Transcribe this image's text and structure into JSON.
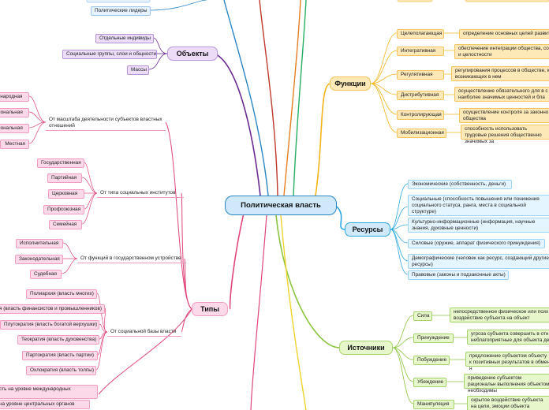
{
  "center": "Политическая власть",
  "top_partial": {
    "leaders": "Политические лидеры"
  },
  "objects": {
    "title": "Объекты",
    "items": [
      "Отдельные индивиды",
      "Социальные группы, слои и общности",
      "Массы"
    ]
  },
  "types": {
    "title": "Типы",
    "scale": {
      "label": "От масштаба деятельности субъектов властных отношений",
      "items": [
        "ународная",
        "иональная",
        "иональная",
        "Местная"
      ]
    },
    "institutions": {
      "label": "От типа социальных институтов",
      "items": [
        "Государственная",
        "Партийная",
        "Церковная",
        "Профсоюзная",
        "Семейная"
      ]
    },
    "functions_state": {
      "label": "От функций в государственном устройстве",
      "items": [
        "Исполнительная",
        "Законодательная",
        "Судебная"
      ]
    },
    "social_base": {
      "label": "От социальной базы власти",
      "items": [
        "Полиархия (власть многих)",
        "я (власть финансистов и промышленников)",
        "Плутократия (власть богатой верхушки)",
        "Теократия (власть духовенства)",
        "Партократия (власть партии)",
        "Охлократия (власть толпы)"
      ]
    },
    "level": {
      "items": [
        "сть на уровне международных",
        "на уровне центральных органов"
      ]
    }
  },
  "functions": {
    "title": "Функции",
    "rows": [
      {
        "label": "Целеполагающая",
        "desc": "определение основных целей развития"
      },
      {
        "label": "Интегративная",
        "desc": "обеспечение интеграции общества, со и целостности"
      },
      {
        "label": "Регулятивная",
        "desc": "регулирования процессов в обществе, к возникающих в нем"
      },
      {
        "label": "Дистрибутивная",
        "desc": "осуществление обязательного для в с наиболее значимых ценностей и бла"
      },
      {
        "label": "Контролирующая",
        "desc": "осуществление контроля за законно общества"
      },
      {
        "label": "Мобилизационная",
        "desc": "способность использовать трудовые решения общественно значимых за"
      }
    ]
  },
  "resources": {
    "title": "Ресурсы",
    "items": [
      "Экономические (собственность, деньги)",
      "Социальные (способность повышения или понижения социального статуса, ранга, места в социальной структуре)",
      "Культурно-информационные (информация, научные знания, духовные ценности)",
      "Силовые (оружие, аппарат физического принуждения)",
      "Демографические (человек как ресурс, создающий другие ресурсы)",
      "Правовые (законы и подзаконные акты)"
    ]
  },
  "sources": {
    "title": "Источники",
    "rows": [
      {
        "label": "Сила",
        "desc": "непосредственное физическое или псих воздействие субъекта на объект"
      },
      {
        "label": "Принуждение",
        "desc": "угроза субъекта совершить в отн неблагоприятные для объекта де"
      },
      {
        "label": "Побуждение",
        "desc": "предложение субъектом объекту к позитивных результатов в обмен н"
      },
      {
        "label": "Убеждение",
        "desc": "приведение субъектом рациональн выполнения объектом необходимы"
      },
      {
        "label": "Манипуляция",
        "desc": "скрытое воздействие субъекта на цели, эмоции объекта"
      }
    ]
  }
}
